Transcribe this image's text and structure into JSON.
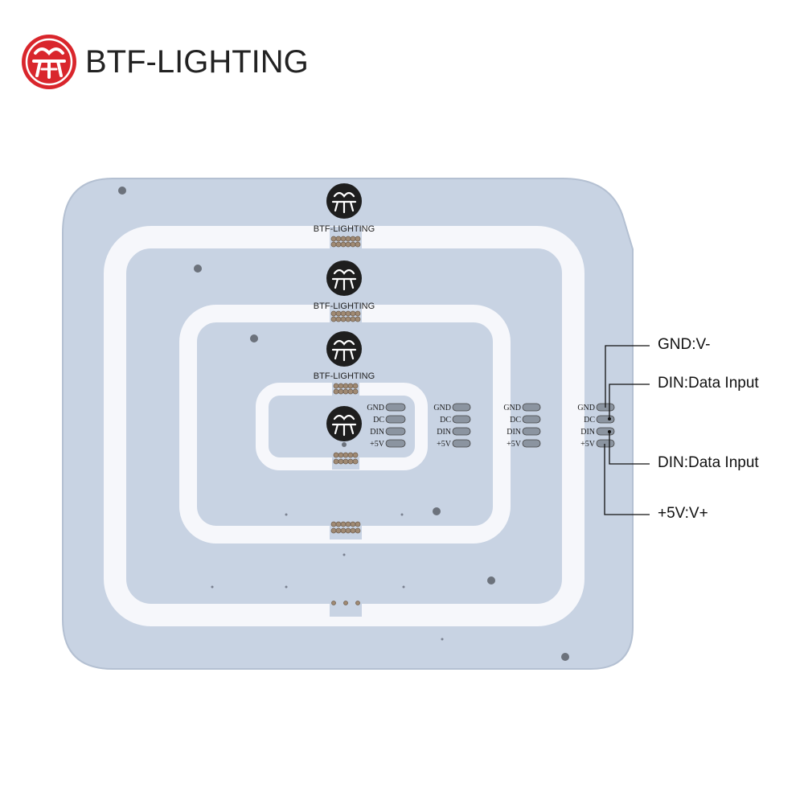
{
  "brand": {
    "name": "BTF-LIGHTING",
    "logo_color": "#d9262c"
  },
  "board": {
    "ring_labels": [
      "BTF-LIGHTING",
      "BTF-LIGHTING",
      "BTF-LIGHTING"
    ],
    "pad_labels": [
      "GND",
      "DC",
      "DIN",
      "+5V"
    ],
    "board_color": "#c8d3e3",
    "channel_color": "#f6f7fb"
  },
  "callouts": {
    "gnd": "GND:V-",
    "din_top": "DIN:Data Input",
    "din_bottom": "DIN:Data Input",
    "v5": "+5V:V+"
  }
}
